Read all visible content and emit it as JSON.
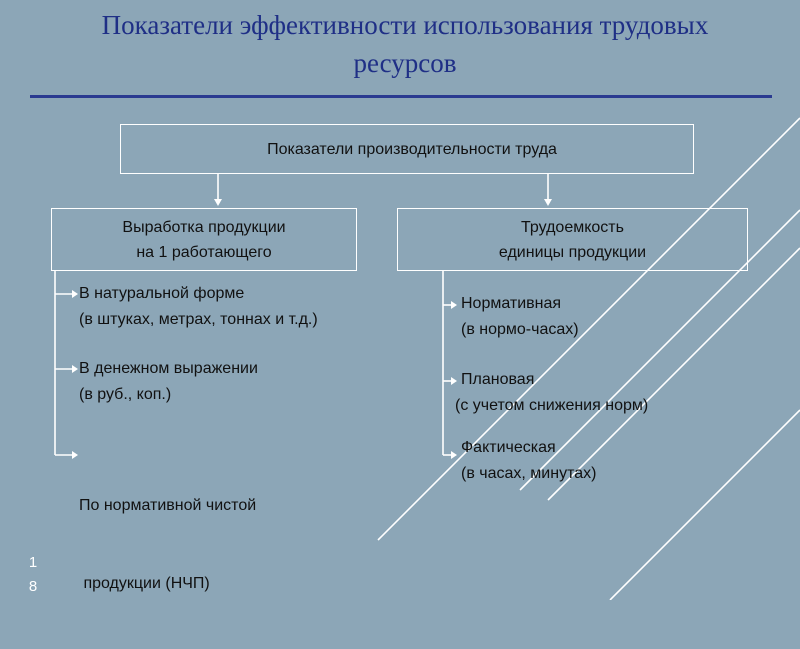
{
  "title": {
    "line1": "Показатели эффективности использования трудовых",
    "line2": "ресурсов"
  },
  "top_box": {
    "label": "Показатели производительности труда"
  },
  "left_box": {
    "line1": "Выработка продукции",
    "line2": "на 1 работающего"
  },
  "right_box": {
    "line1": "Трудоемкость",
    "line2": "единицы продукции"
  },
  "left_items": [
    {
      "line1": "В натуральной форме",
      "line2": "(в штуках, метрах, тоннах и т.д.)"
    },
    {
      "line1": "В денежном выражении",
      "line2": "(в руб., коп.)"
    },
    {
      "line1": "По нормативной чистой",
      "line2": " продукции (НЧП)"
    }
  ],
  "right_items": [
    {
      "line1": "Нормативная",
      "line2": "(в нормо-часах)"
    },
    {
      "line1": "Плановая",
      "line2": "(с учетом снижения норм)"
    },
    {
      "line1": "Фактическая",
      "line2": "(в часах, минутах)"
    }
  ],
  "page_number": {
    "digit1": "1",
    "digit2": "8"
  },
  "colors": {
    "background": "#8ca6b7",
    "title": "#1f2f86",
    "lines": "#ffffff"
  }
}
